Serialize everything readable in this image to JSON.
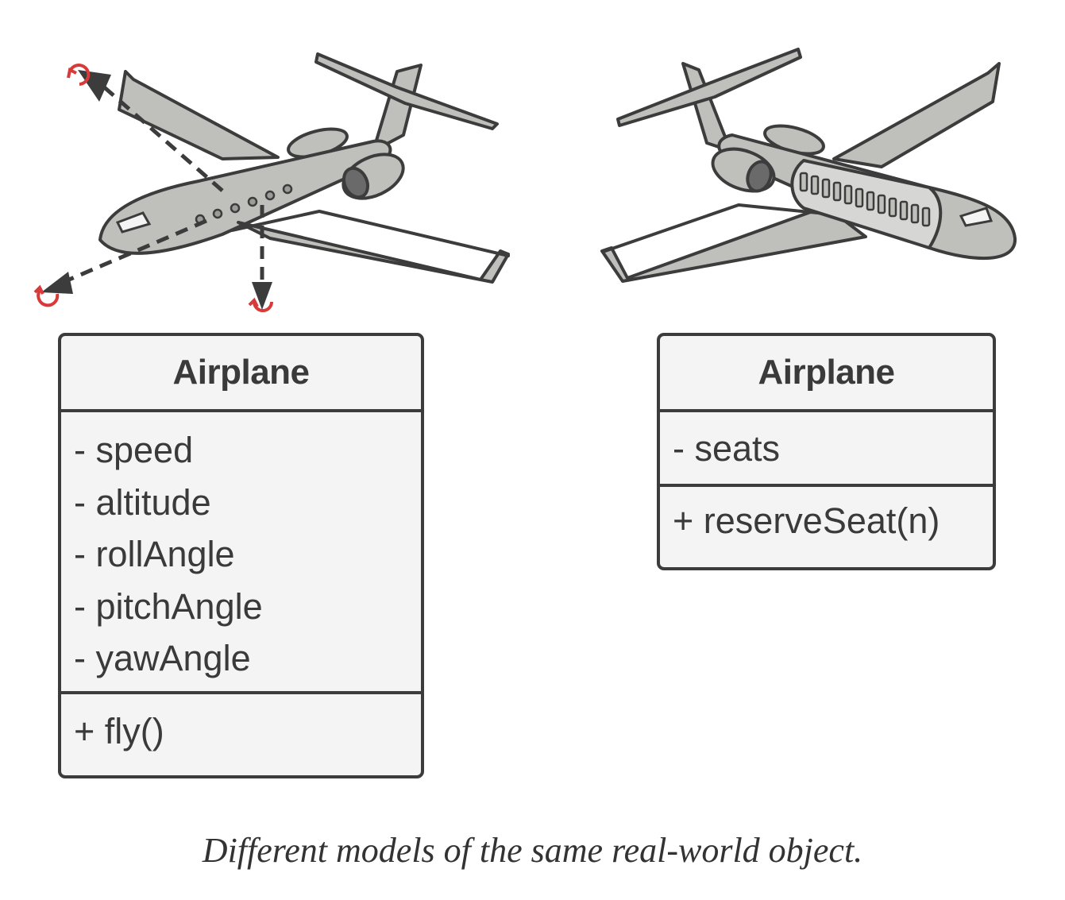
{
  "left_model": {
    "class_name": "Airplane",
    "attributes": [
      "- speed",
      "- altitude",
      "- rollAngle",
      "- pitchAngle",
      "- yawAngle"
    ],
    "operations": [
      "+ fly()"
    ]
  },
  "right_model": {
    "class_name": "Airplane",
    "attributes": [
      "- seats"
    ],
    "operations": [
      "+ reserveSeat(n)"
    ]
  },
  "caption": "Different models of the same real-world object.",
  "colors": {
    "plane_body": "#bfbfbb",
    "outline": "#3c3c3c",
    "rotation_marker": "#d83a3a",
    "box_fill": "#f4f4f4"
  }
}
